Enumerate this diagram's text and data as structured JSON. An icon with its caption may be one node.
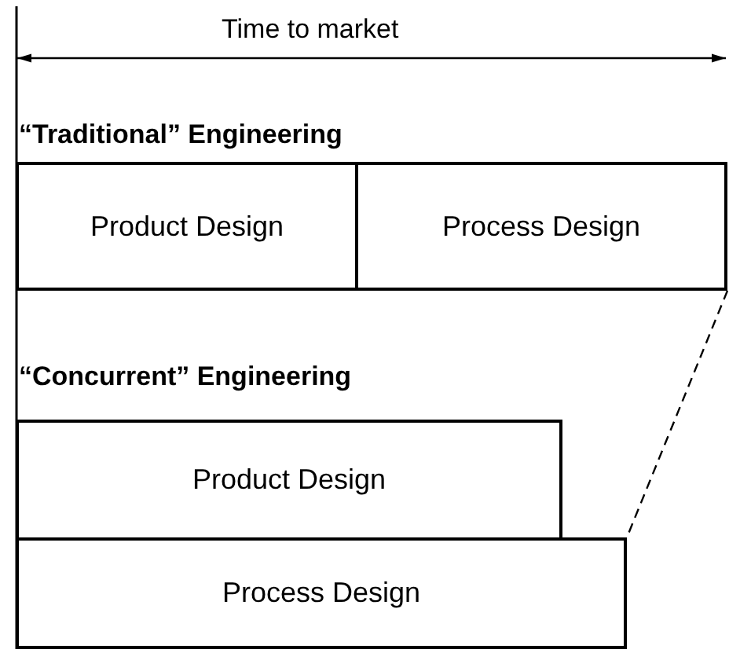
{
  "diagram": {
    "nodes": [
      {
        "text": [
          "Product Design"
        ]
      },
      {
        "text": [
          "Process Design"
        ]
      },
      {
        "text": [
          "Product Design"
        ]
      },
      {
        "text": [
          "Process Design"
        ]
      }
    ],
    "edges": [
      {
        "from": 1,
        "to": 3,
        "arrow": "none",
        "style": "dashed"
      }
    ],
    "labels": [
      "Time to market",
      "“Traditional” Engineering",
      "“Concurrent” Engineering"
    ]
  }
}
